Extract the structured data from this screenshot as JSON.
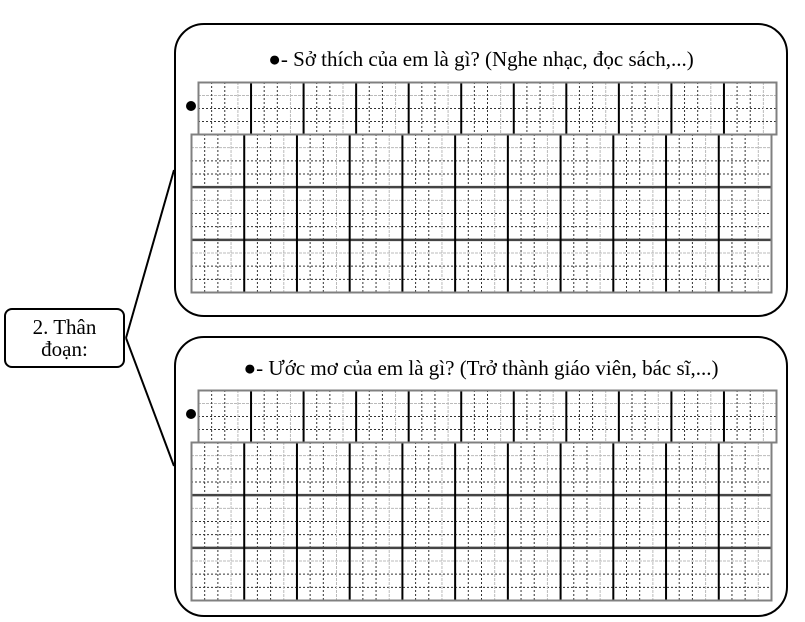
{
  "section_label": {
    "line1": "2. Thân",
    "line2": "đoạn:"
  },
  "cards": [
    {
      "prompt": "●- Sở thích của em là gì? (Nghe nhạc, đọc sách,...)",
      "writing_grid": {
        "first_line_columns": 11,
        "block_columns": 11,
        "block_rows": 3,
        "subdivisions": 4
      }
    },
    {
      "prompt": "●- Ước mơ của em là gì? (Trở thành giáo viên, bác sĩ,...)",
      "writing_grid": {
        "first_line_columns": 11,
        "block_columns": 11,
        "block_rows": 3,
        "subdivisions": 4
      }
    }
  ],
  "colors": {
    "line": "#000000",
    "grid_outer": "#808080",
    "grid_light": "#bbbbbb",
    "grid_dark": "#333333"
  }
}
